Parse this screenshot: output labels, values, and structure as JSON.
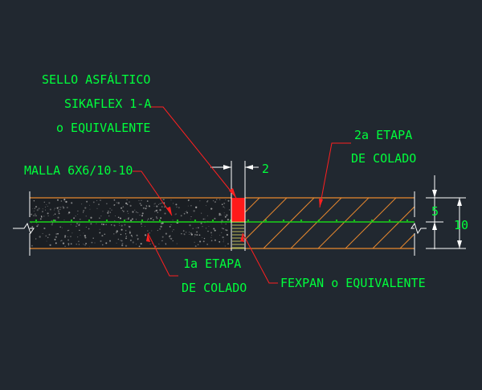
{
  "labels": {
    "sello": [
      "SELLO ASFÁLTICO",
      "SIKAFLEX 1-A",
      "o EQUIVALENTE"
    ],
    "malla": "MALLA 6X6/10-10",
    "etapa2": [
      "2a ETAPA",
      "DE COLADO"
    ],
    "etapa1": [
      "1a ETAPA",
      "DE COLADO"
    ],
    "fexpan": "FEXPAN o EQUIVALENTE"
  },
  "dimensions": {
    "joint_width": "2",
    "half_depth": "5",
    "slab_depth": "10"
  },
  "colors": {
    "background": "#212830",
    "text": "#00ff3c",
    "leader": "#ff2020",
    "slab_edge": "#e8882e",
    "mesh": "#19d319",
    "sealant": "#ff1a1a",
    "filler": "#e8e064",
    "linework": "#ffffff",
    "concrete_dots": "#b8b8b8"
  }
}
